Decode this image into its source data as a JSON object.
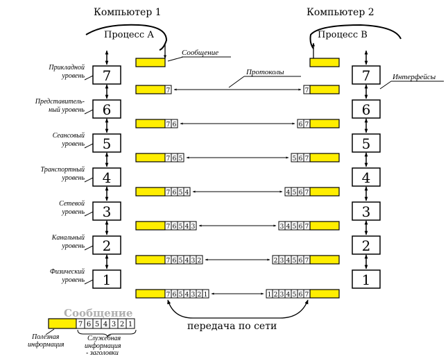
{
  "computer_left": "Компьютер 1",
  "computer_right": "Компьютер 2",
  "process_left": "Процесс А",
  "process_right": "Процесс В",
  "label_message": "Сообщение",
  "label_protocols": "Протоколы",
  "label_interfaces": "Интерфейсы",
  "network_label": "передача по сети",
  "layers": [
    {
      "num": "7",
      "line1": "Прикладной",
      "line2": "уровень"
    },
    {
      "num": "6",
      "line1": "Представитель-",
      "line2": "ный уровень"
    },
    {
      "num": "5",
      "line1": "Сеансовый",
      "line2": "уровень"
    },
    {
      "num": "4",
      "line1": "Транспортный",
      "line2": "уровень"
    },
    {
      "num": "3",
      "line1": "Сетевой",
      "line2": "уровень"
    },
    {
      "num": "2",
      "line1": "Канальный",
      "line2": "уровень"
    },
    {
      "num": "1",
      "line1": "Физический",
      "line2": "уровень"
    }
  ],
  "legend": {
    "title": "Сообщение",
    "headers": [
      "7",
      "6",
      "5",
      "4",
      "3",
      "2",
      "1"
    ],
    "payload_label_1": "Полезная",
    "payload_label_2": "информация",
    "service_label_1": "Служебная",
    "service_label_2": "информация",
    "service_label_3": "- заголовки"
  },
  "colors": {
    "payload": "#ffee00",
    "border": "#000000",
    "legend_title": "#b0b0b0"
  }
}
